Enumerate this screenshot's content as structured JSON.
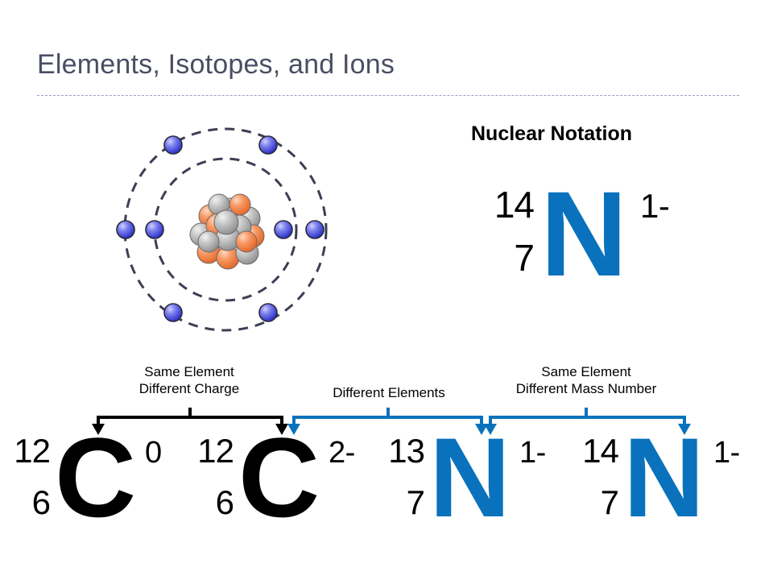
{
  "slide": {
    "title": "Elements, Isotopes, and Ions",
    "background_color": "#ffffff",
    "title_color": "#4a4e62",
    "rule_color": "#94a0c4"
  },
  "atom_diagram": {
    "name": "bohr-model-atom",
    "nucleus": {
      "proton_color": "#f4854a",
      "neutron_color": "#b9b9b9"
    },
    "electron_color": "#4b4fdd",
    "orbit_color": "#3b3f55",
    "shells": [
      {
        "label": "inner-shell",
        "electron_count": 2
      },
      {
        "label": "outer-shell",
        "electron_count": 6
      }
    ]
  },
  "nuclear_notation": {
    "heading": "Nuclear Notation",
    "example": {
      "mass_number": "14",
      "atomic_number": "7",
      "symbol": "N",
      "charge": "1-",
      "symbol_color": "#0a72bc"
    }
  },
  "comparisons": [
    {
      "name": "same-element-different-charge",
      "line1": "Same Element",
      "line2": "Different Charge",
      "color": "#000000"
    },
    {
      "name": "different-elements",
      "line1": "Different Elements",
      "line2": "",
      "color": "#0a72bc"
    },
    {
      "name": "same-element-different-mass-number",
      "line1": "Same Element",
      "line2": "Different Mass Number",
      "color": "#0a72bc"
    }
  ],
  "nuclides": [
    {
      "name": "nuclide-carbon-12-neutral",
      "mass_number": "12",
      "atomic_number": "6",
      "symbol": "C",
      "charge": "0",
      "symbol_color": "#000000"
    },
    {
      "name": "nuclide-carbon-12-anion",
      "mass_number": "12",
      "atomic_number": "6",
      "symbol": "C",
      "charge": "2-",
      "symbol_color": "#000000"
    },
    {
      "name": "nuclide-nitrogen-13-anion",
      "mass_number": "13",
      "atomic_number": "7",
      "symbol": "N",
      "charge": "1-",
      "symbol_color": "#0a72bc"
    },
    {
      "name": "nuclide-nitrogen-14-anion",
      "mass_number": "14",
      "atomic_number": "7",
      "symbol": "N",
      "charge": "1-",
      "symbol_color": "#0a72bc"
    }
  ]
}
